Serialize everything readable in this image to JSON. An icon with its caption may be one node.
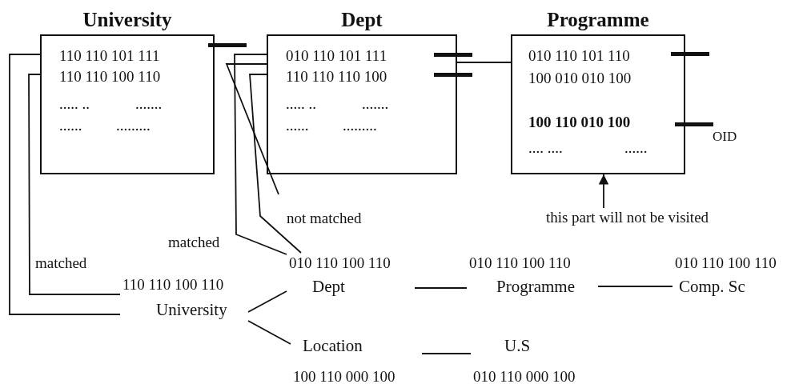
{
  "diagram": {
    "nodes": [
      {
        "text": [
          "University",
          "110 110 101 111",
          "110 110 100 110",
          "..... ..",
          ".......",
          "......",
          "........."
        ]
      },
      {
        "text": [
          "Dept",
          "010 110 101 111",
          "110 110 110 100",
          "..... ..",
          ".......",
          "......",
          "........."
        ]
      },
      {
        "text": [
          "Programme",
          "010 110 101 110",
          "100 010 010 100",
          "100 110 010 100",
          ".... ....",
          "......"
        ]
      },
      {
        "text": [
          "this part will not be visited"
        ]
      },
      {
        "text": [
          "University"
        ],
        "beside": [
          "110 110 100 110"
        ]
      },
      {
        "text": [
          "Dept"
        ],
        "beside": [
          "010 110 100 110"
        ]
      },
      {
        "text": [
          "Programme"
        ],
        "beside": [
          "010 110 100 110"
        ]
      },
      {
        "text": [
          "Comp. Sc"
        ],
        "beside": [
          "010 110 100 110"
        ]
      },
      {
        "text": [
          "Location"
        ],
        "beside": [
          "100 110 000 100"
        ]
      },
      {
        "text": [
          "U.S"
        ],
        "beside": [
          "010 110 000 100"
        ]
      }
    ],
    "edges": [
      {
        "from": 0,
        "to": 4,
        "arrow": "none"
      },
      {
        "from": 0,
        "to": 4,
        "arrow": "none",
        "label": "matched"
      },
      {
        "from": 1,
        "to": 5,
        "arrow": "none",
        "label": "matched"
      },
      {
        "from": 1,
        "to": 5,
        "arrow": "none"
      },
      {
        "from": 1,
        "to": null,
        "arrow": "none",
        "label": "not matched"
      },
      {
        "from": 1,
        "to": 2,
        "arrow": "none"
      },
      {
        "from": 3,
        "to": 2,
        "arrow": "to"
      },
      {
        "from": 4,
        "to": 5,
        "arrow": "none"
      },
      {
        "from": 4,
        "to": 8,
        "arrow": "none"
      },
      {
        "from": 5,
        "to": 6,
        "arrow": "none"
      },
      {
        "from": 6,
        "to": 7,
        "arrow": "none"
      },
      {
        "from": 8,
        "to": 9,
        "arrow": "none"
      }
    ],
    "labels": [
      "OID"
    ]
  }
}
